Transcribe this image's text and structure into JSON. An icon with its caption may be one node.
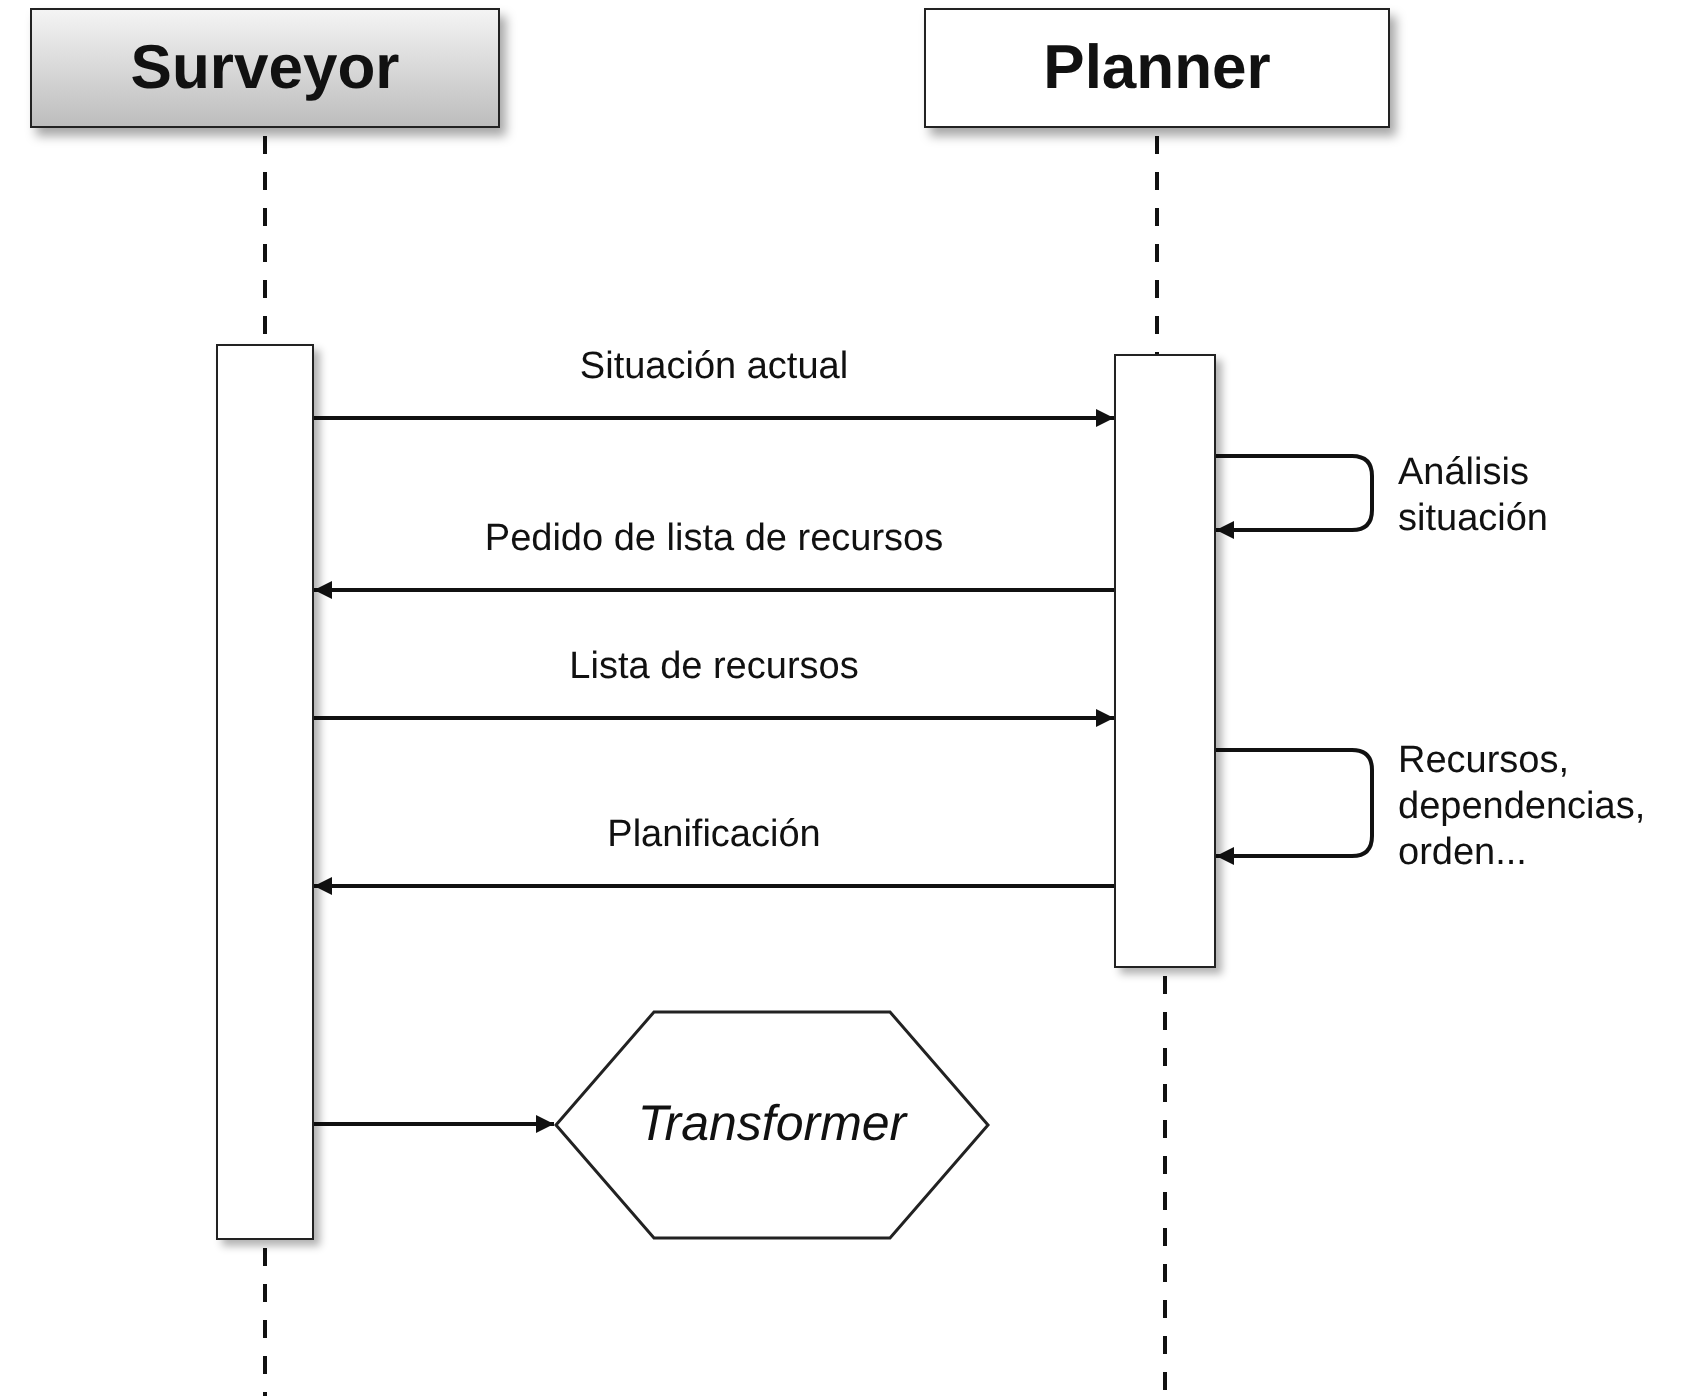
{
  "diagram": {
    "nodes": [
      {
        "text": [
          "Surveyor"
        ]
      },
      {
        "text": [
          "Planner"
        ]
      },
      {
        "text": [],
        "shape": "bar"
      },
      {
        "text": [],
        "shape": "bar"
      },
      {
        "text": [
          "Transformer"
        ]
      }
    ],
    "edges": [
      {
        "from": 0,
        "to": 2,
        "arrow": "none",
        "style": "dashed"
      },
      {
        "from": 1,
        "to": 3,
        "arrow": "none",
        "style": "dashed"
      },
      {
        "from": 2,
        "to": 3,
        "arrow": "to",
        "label": "Situación actual"
      },
      {
        "from": 3,
        "to": 3,
        "arrow": "to",
        "label": "Análisis situación"
      },
      {
        "from": 3,
        "to": 2,
        "arrow": "to",
        "label": "Pedido de lista de recursos"
      },
      {
        "from": 2,
        "to": 3,
        "arrow": "to",
        "label": "Lista de recursos"
      },
      {
        "from": 3,
        "to": 3,
        "arrow": "to",
        "label": "Recursos, dependencias, orden..."
      },
      {
        "from": 3,
        "to": 2,
        "arrow": "to",
        "label": "Planificación"
      },
      {
        "from": 2,
        "to": 4,
        "arrow": "to"
      }
    ]
  }
}
